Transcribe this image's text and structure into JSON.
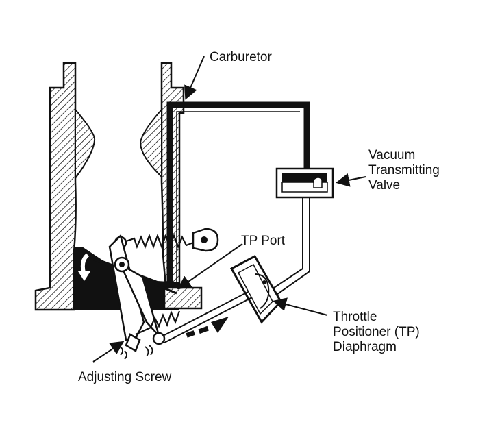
{
  "labels": {
    "carburetor": "Carburetor",
    "vacuum_line1": "Vacuum",
    "vacuum_line2": "Transmitting",
    "vacuum_line3": "Valve",
    "tp_port": "TP Port",
    "throttle_line1": "Throttle",
    "throttle_line2": "Positioner (TP)",
    "throttle_line3": "Diaphragm",
    "adjusting_screw": "Adjusting Screw"
  },
  "colors": {
    "ink": "#111111",
    "paper": "#ffffff"
  }
}
